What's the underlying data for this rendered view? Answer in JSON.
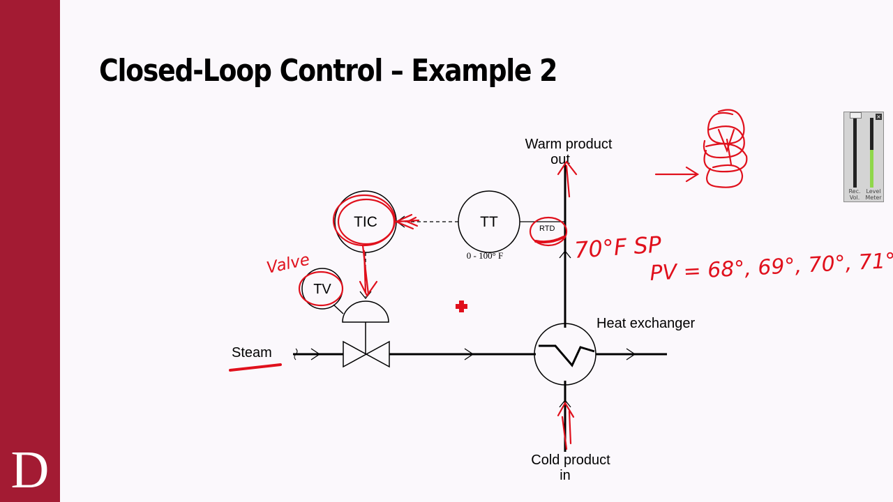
{
  "slide": {
    "title": "Closed-Loop Control – Example 2",
    "logo_letter": "D"
  },
  "diagram": {
    "warm_out_line1": "Warm product",
    "warm_out_line2": "out",
    "cold_in_line1": "Cold product",
    "cold_in_line2": "in",
    "heat_exchanger": "Heat exchanger",
    "steam": "Steam",
    "tic": "TIC",
    "tt": "TT",
    "tv": "TV",
    "rtd": "RTD",
    "range": "0 - 100° F"
  },
  "annotations": {
    "valve": "Valve",
    "setpoint": "70°F SP",
    "pv": "PV = 68°, 69°, 70°, 71°"
  },
  "meter": {
    "label_left": "Rec. Vol.",
    "label_right": "Level Meter",
    "close": "×"
  },
  "colors": {
    "sidebar": "#a31b33",
    "ink": "#e0101c",
    "background": "#fbf8fc"
  }
}
